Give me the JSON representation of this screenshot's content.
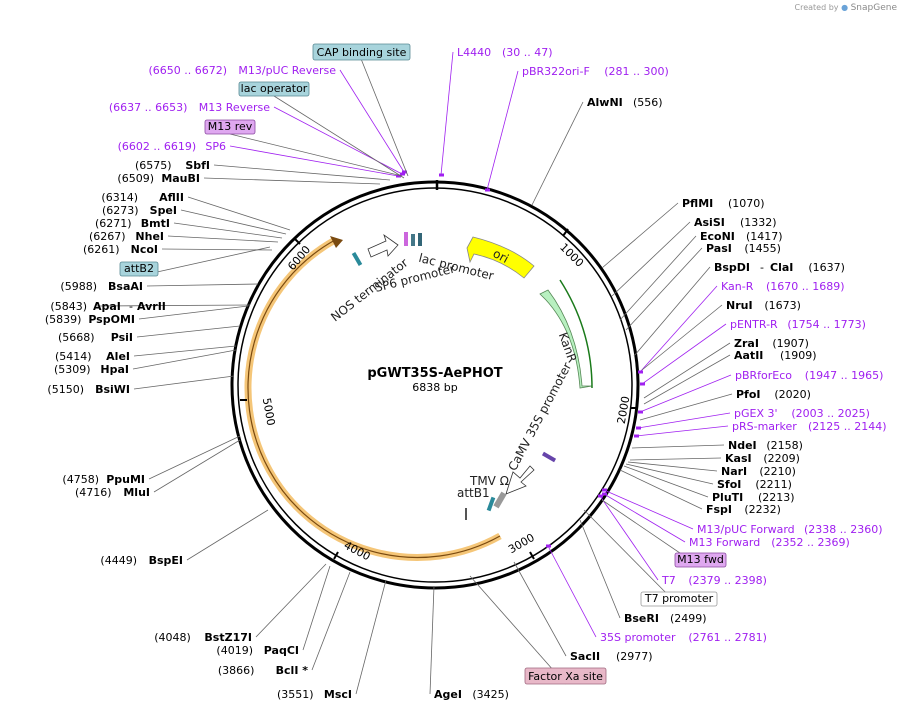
{
  "credit": {
    "prefix": "Created by",
    "app": "SnapGene"
  },
  "plasmid": {
    "name": "pGWT35S-AePHOT",
    "size": "6838 bp",
    "length": 6838
  },
  "ticks": [
    "1000",
    "2000",
    "3000",
    "4000",
    "5000",
    "6000"
  ],
  "boxed_labels": [
    {
      "text": "CAP binding site",
      "style": "teal"
    },
    {
      "text": "lac operator",
      "style": "teal"
    },
    {
      "text": "M13 rev",
      "style": "purple"
    },
    {
      "text": "attB2",
      "style": "teal"
    },
    {
      "text": "M13 fwd",
      "style": "purple"
    },
    {
      "text": "T7 promoter",
      "style": "white"
    },
    {
      "text": "Factor Xa site",
      "style": "pink"
    }
  ],
  "sites": [
    {
      "name": "L4440",
      "range": "(30 .. 47)",
      "kind": "primer"
    },
    {
      "name": "pBR322ori-F",
      "range": "(281 .. 300)",
      "kind": "primer"
    },
    {
      "name": "AlwNI",
      "pos": "(556)",
      "kind": "enzyme"
    },
    {
      "name": "PflMI",
      "pos": "(1070)",
      "kind": "enzyme"
    },
    {
      "name": "AsiSI",
      "pos": "(1332)",
      "kind": "enzyme"
    },
    {
      "name": "EcoNI",
      "pos": "(1417)",
      "kind": "enzyme"
    },
    {
      "name": "PasI",
      "pos": "(1455)",
      "kind": "enzyme"
    },
    {
      "name": "BspDI",
      "name2": "ClaI",
      "pos": "(1637)",
      "kind": "enzyme"
    },
    {
      "name": "Kan-R",
      "range": "(1670 .. 1689)",
      "kind": "primer"
    },
    {
      "name": "NruI",
      "pos": "(1673)",
      "kind": "enzyme"
    },
    {
      "name": "pENTR-R",
      "range": "(1754 .. 1773)",
      "kind": "primer"
    },
    {
      "name": "ZraI",
      "pos": "(1907)",
      "kind": "enzyme"
    },
    {
      "name": "AatII",
      "pos": "(1909)",
      "kind": "enzyme"
    },
    {
      "name": "pBRforEco",
      "range": "(1947 .. 1965)",
      "kind": "primer"
    },
    {
      "name": "PfoI",
      "pos": "(2020)",
      "kind": "enzyme"
    },
    {
      "name": "pGEX 3'",
      "range": "(2003 .. 2025)",
      "kind": "primer"
    },
    {
      "name": "pRS-marker",
      "range": "(2125 .. 2144)",
      "kind": "primer"
    },
    {
      "name": "NdeI",
      "pos": "(2158)",
      "kind": "enzyme"
    },
    {
      "name": "KasI",
      "pos": "(2209)",
      "kind": "enzyme"
    },
    {
      "name": "NarI",
      "pos": "(2210)",
      "kind": "enzyme"
    },
    {
      "name": "SfoI",
      "pos": "(2211)",
      "kind": "enzyme"
    },
    {
      "name": "PluTI",
      "pos": "(2213)",
      "kind": "enzyme"
    },
    {
      "name": "FspI",
      "pos": "(2232)",
      "kind": "enzyme"
    },
    {
      "name": "M13/pUC Forward",
      "range": "(2338 .. 2360)",
      "kind": "primer"
    },
    {
      "name": "M13 Forward",
      "range": "(2352 .. 2369)",
      "kind": "primer"
    },
    {
      "name": "T7",
      "range": "(2379 .. 2398)",
      "kind": "primer"
    },
    {
      "name": "BseRI",
      "pos": "(2499)",
      "kind": "enzyme"
    },
    {
      "name": "35S promoter",
      "range": "(2761 .. 2781)",
      "kind": "primer"
    },
    {
      "name": "SacII",
      "pos": "(2977)",
      "kind": "enzyme"
    },
    {
      "name": "AgeI",
      "pos": "(3425)",
      "kind": "enzyme"
    },
    {
      "name": "MscI",
      "pos": "(3551)",
      "kind": "enzyme"
    },
    {
      "name": "BclI *",
      "pos": "(3866)",
      "kind": "enzyme"
    },
    {
      "name": "PaqCI",
      "pos": "(4019)",
      "kind": "enzyme"
    },
    {
      "name": "BstZ17I",
      "pos": "(4048)",
      "kind": "enzyme"
    },
    {
      "name": "BspEI",
      "pos": "(4449)",
      "kind": "enzyme"
    },
    {
      "name": "MluI",
      "pos": "(4716)",
      "kind": "enzyme"
    },
    {
      "name": "PpuMI",
      "pos": "(4758)",
      "kind": "enzyme"
    },
    {
      "name": "BsiWI",
      "pos": "(5150)",
      "kind": "enzyme"
    },
    {
      "name": "HpaI",
      "pos": "(5309)",
      "kind": "enzyme"
    },
    {
      "name": "AleI",
      "pos": "(5414)",
      "kind": "enzyme"
    },
    {
      "name": "PsiI",
      "pos": "(5668)",
      "kind": "enzyme"
    },
    {
      "name": "PspOMI",
      "pos": "(5839)",
      "kind": "enzyme"
    },
    {
      "name": "ApaI",
      "name2": "AvrII",
      "pos": "(5843)",
      "kind": "enzyme"
    },
    {
      "name": "BsaAI",
      "pos": "(5988)",
      "kind": "enzyme"
    },
    {
      "name": "NcoI",
      "pos": "(6261)",
      "kind": "enzyme"
    },
    {
      "name": "NheI",
      "pos": "(6267)",
      "kind": "enzyme"
    },
    {
      "name": "BmtI",
      "pos": "(6271)",
      "kind": "enzyme"
    },
    {
      "name": "SpeI",
      "pos": "(6273)",
      "kind": "enzyme"
    },
    {
      "name": "AflII",
      "pos": "(6314)",
      "kind": "enzyme"
    },
    {
      "name": "MauBI",
      "pos": "(6509)",
      "kind": "enzyme"
    },
    {
      "name": "SbfI",
      "pos": "(6575)",
      "kind": "enzyme"
    },
    {
      "name": "SP6",
      "range": "(6602 .. 6619)",
      "kind": "primer"
    },
    {
      "name": "M13 Reverse",
      "range": "(6637 .. 6653)",
      "kind": "primer"
    },
    {
      "name": "M13/pUC Reverse",
      "range": "(6650 .. 6672)",
      "kind": "primer"
    }
  ],
  "features": [
    {
      "name": "ori",
      "color": "#ffff00"
    },
    {
      "name": "KanR",
      "color": "#b8f0c0"
    },
    {
      "name": "lac promoter"
    },
    {
      "name": "SP6 promoter"
    },
    {
      "name": "NOS terminator"
    },
    {
      "name": "CaMV 35S promoter"
    },
    {
      "name": "TMV Ω"
    },
    {
      "name": "attB1"
    }
  ],
  "colors": {
    "primer": "#a020f0",
    "teal_box": "#a8d4dc",
    "purple_box": "#dfa8f0",
    "pink_box": "#e8b8c8",
    "orange_arc": "#f5c678",
    "ori": "#ffff00",
    "kanr": "#b8f0c0"
  }
}
